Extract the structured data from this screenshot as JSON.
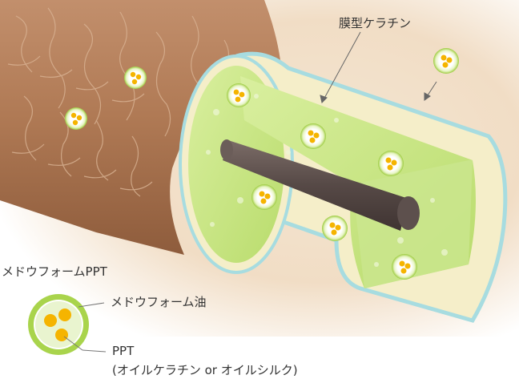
{
  "labels": {
    "membrane_keratin": "膜型ケラチン",
    "meadowfoam_ppt": "メドウフォームPPT",
    "meadowfoam_oil": "メドウフォーム油",
    "ppt": "PPT",
    "ppt_note": "(オイルケラチン or オイルシルク)"
  },
  "colors": {
    "hair_cuticle": "#b07a55",
    "inner_green": "#c8e68a",
    "membrane": "#f5eec9",
    "core": "#5a4d4a",
    "capsule_ring": "#a9d44c",
    "oil_droplet": "#f5b400"
  }
}
